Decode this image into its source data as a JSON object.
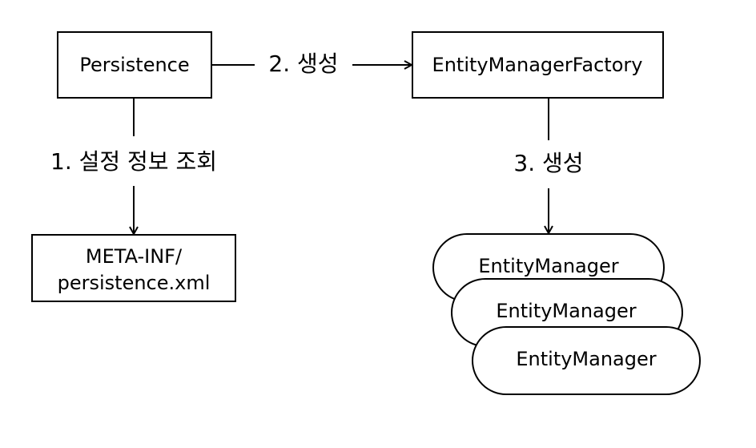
{
  "diagram": {
    "nodes": {
      "persistence": "Persistence",
      "emf": "EntityManagerFactory",
      "meta_line1": "META-INF/",
      "meta_line2": "persistence.xml",
      "em1": "EntityManager",
      "em2": "EntityManager",
      "em3": "EntityManager"
    },
    "edges": {
      "step1": "1. 설정 정보 조회",
      "step2": "2. 생성",
      "step3": "3. 생성"
    }
  }
}
